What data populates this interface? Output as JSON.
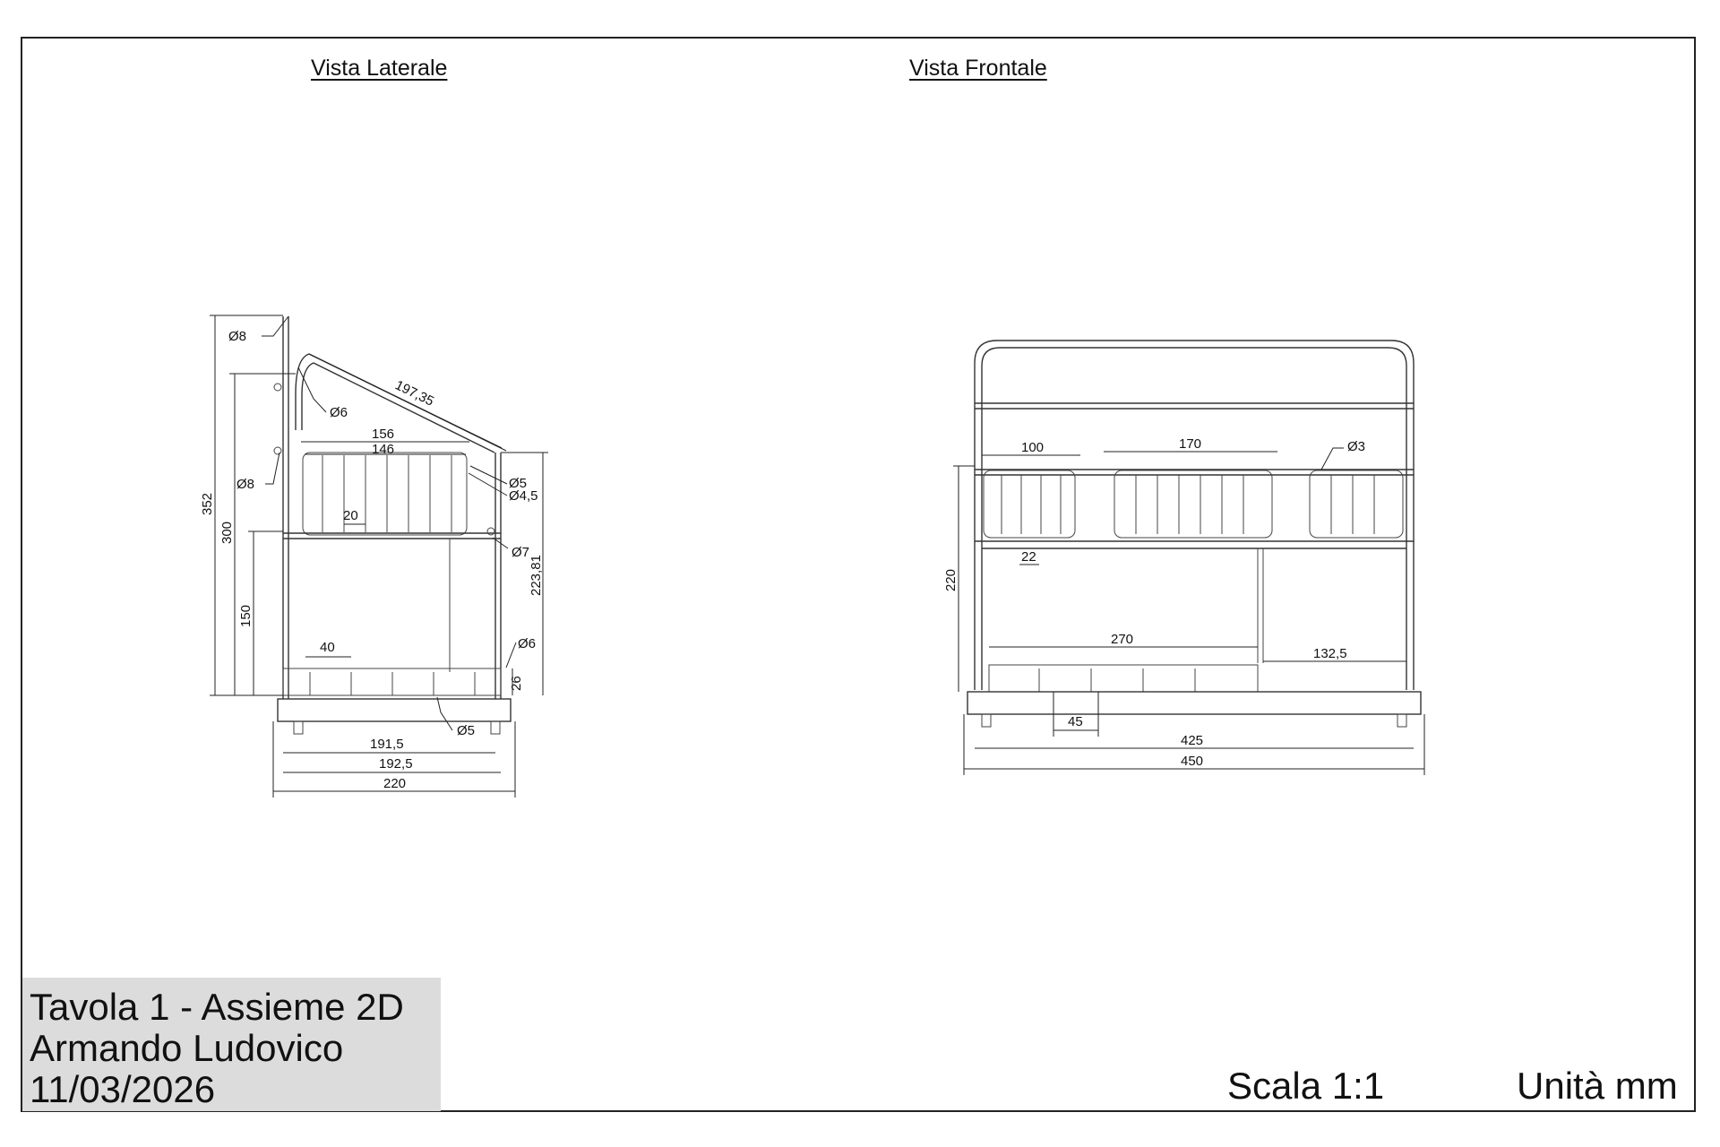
{
  "views": {
    "side_title": "Vista Laterale",
    "front_title": "Vista Frontale"
  },
  "side_view": {
    "dimensions": {
      "d1": "Ø8",
      "d2": "Ø6",
      "d3": "197,35",
      "d4": "156",
      "d5": "146",
      "d6": "Ø5",
      "d7": "Ø4,5",
      "d8": "Ø8",
      "d9": "352",
      "d10": "300",
      "d11": "20",
      "d12": "Ø7",
      "d13": "223,81",
      "d14": "150",
      "d15": "40",
      "d16": "Ø6",
      "d17": "26",
      "d18": "Ø5",
      "d19": "191,5",
      "d20": "192,5",
      "d21": "220"
    }
  },
  "front_view": {
    "dimensions": {
      "d1": "100",
      "d2": "170",
      "d3": "Ø3",
      "d4": "220",
      "d5": "22",
      "d6": "270",
      "d7": "132,5",
      "d8": "45",
      "d9": "425",
      "d10": "450"
    }
  },
  "title_block": {
    "line1": "Tavola 1 - Assieme 2D",
    "line2": "Armando Ludovico",
    "line3": "11/03/2026"
  },
  "footer": {
    "scale": "Scala 1:1",
    "units": "Unità mm"
  }
}
